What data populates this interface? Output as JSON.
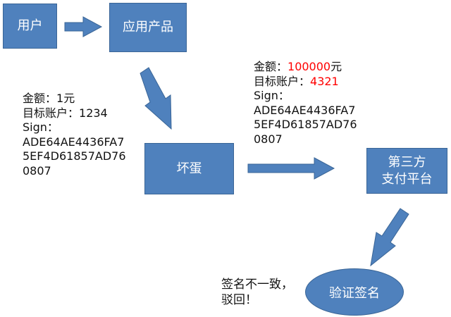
{
  "nodes": {
    "user": "用户",
    "app": "应用产品",
    "attacker": "坏蛋",
    "payment_line1": "第三方",
    "payment_line2": "支付平台",
    "verify": "验证签名"
  },
  "original_request": {
    "amount_label": "金额：",
    "amount_value": "1元",
    "account_label": "目标账户：",
    "account_value": "1234",
    "sign_label": "Sign：",
    "sign_line1": "ADE64AE4436FA7",
    "sign_line2": "5EF4D61857AD76",
    "sign_line3": "0807"
  },
  "tampered_request": {
    "amount_label": "金额：",
    "amount_value": "100000",
    "amount_unit": "元",
    "account_label": "目标账户：",
    "account_value": "4321",
    "sign_label": "Sign：",
    "sign_line1": "ADE64AE4436FA7",
    "sign_line2": "5EF4D61857AD76",
    "sign_line3": "0807"
  },
  "result": {
    "line1": "签名不一致，",
    "line2": "驳回！"
  },
  "colors": {
    "node_fill": "#4f81bd",
    "node_border": "#3a6596",
    "arrow_fill": "#4f81bd",
    "highlight": "#ff0000"
  }
}
